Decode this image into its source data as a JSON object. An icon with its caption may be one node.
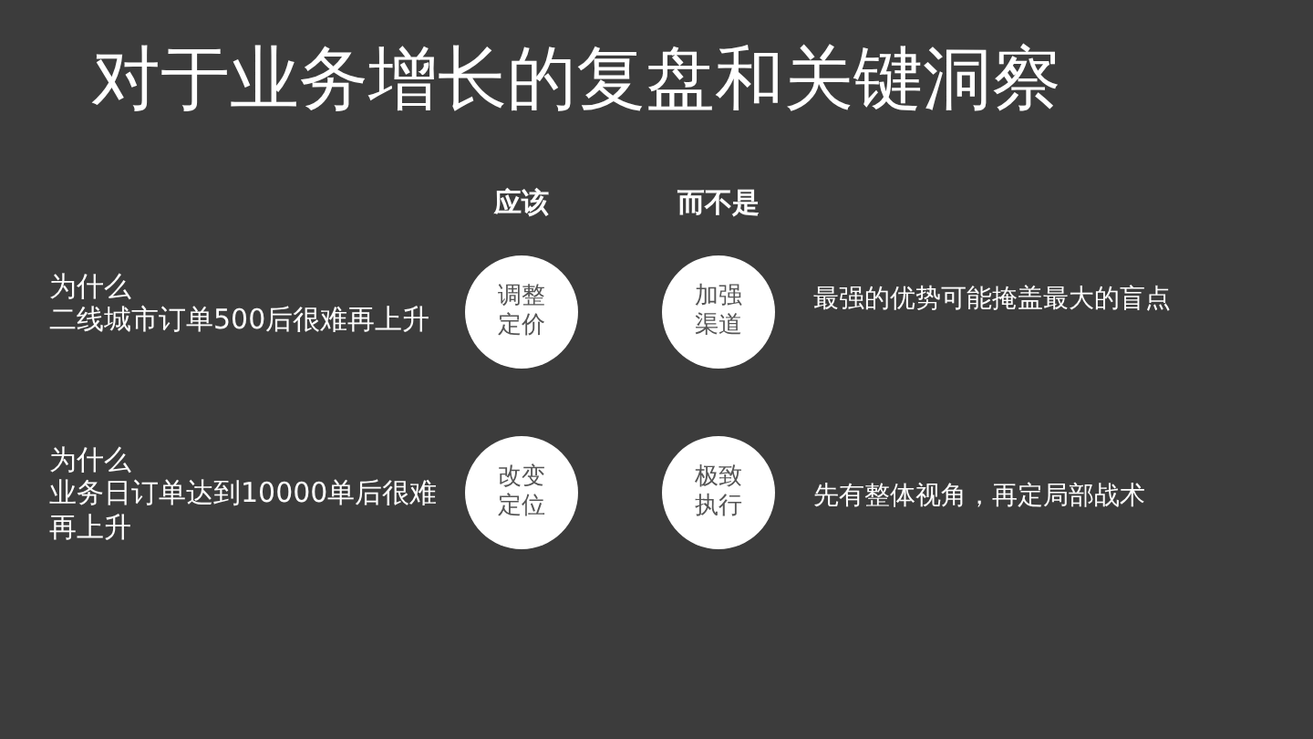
{
  "diagram": {
    "title": "对于业务增长的复盘和关键洞察",
    "nodes": [
      {
        "text": [
          "调整定价"
        ]
      },
      {
        "text": [
          "加强渠道"
        ]
      },
      {
        "text": [
          "改变定位"
        ]
      },
      {
        "text": [
          "极致执行"
        ]
      }
    ],
    "labels": [
      "应该",
      "而不是",
      "为什么",
      "二线城市订单500后很难再上升",
      "最强的优势可能掩盖最大的盲点",
      "为什么",
      "业务日订单达到10000单后很难再上升",
      "先有整体视角，再定局部战术"
    ]
  }
}
